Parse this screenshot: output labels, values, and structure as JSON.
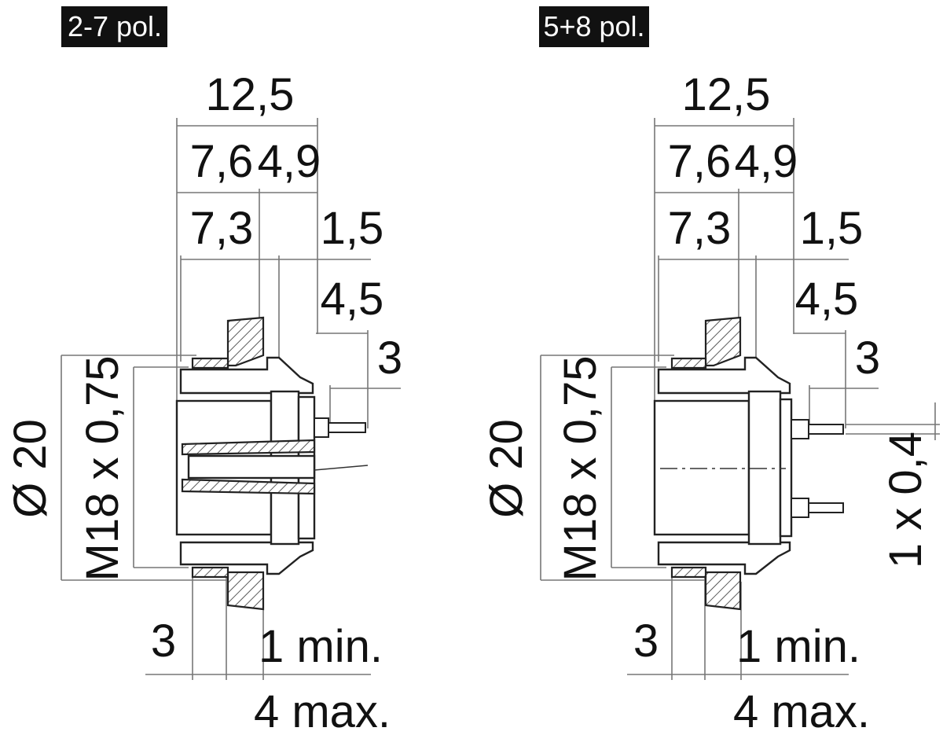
{
  "variants": [
    {
      "badge": "2-7 pol.",
      "dims": {
        "overall_length": "12,5",
        "front_length": "7,6",
        "rear_length": "4,9",
        "thread_length": "7,3",
        "flange": "1,5",
        "pin_offset": "4,5",
        "pin_length": "3",
        "diameter": "Ø 20",
        "thread": "M18 x 0,75",
        "nut": "3",
        "panel_min": "1 min.",
        "panel_max": "4 max."
      }
    },
    {
      "badge": "5+8 pol.",
      "dims": {
        "overall_length": "12,5",
        "front_length": "7,6",
        "rear_length": "4,9",
        "thread_length": "7,3",
        "flange": "1,5",
        "pin_offset": "4,5",
        "pin_length": "3",
        "diameter": "Ø 20",
        "thread": "M18 x 0,75",
        "nut": "3",
        "panel_min": "1 min.",
        "panel_max": "4 max.",
        "pin_diameter": "1 x 0,4"
      }
    }
  ],
  "colors": {
    "badge_bg": "#111111",
    "badge_text": "#ffffff",
    "ink": "#111111",
    "dim_line": "#777777"
  }
}
